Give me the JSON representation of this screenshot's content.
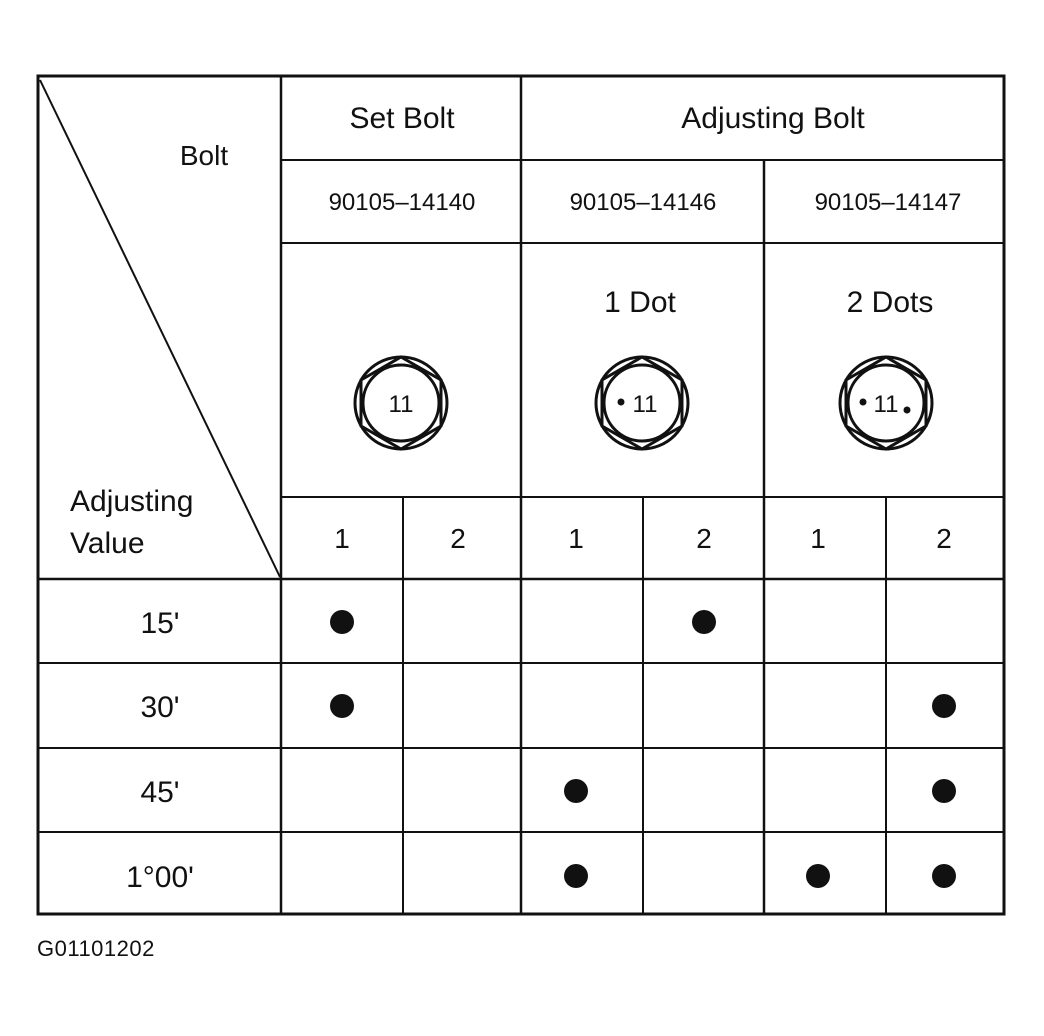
{
  "header": {
    "corner_top": "Bolt",
    "corner_bottom_line1": "Adjusting",
    "corner_bottom_line2": "Value"
  },
  "groups": [
    {
      "label": "Set Bolt"
    },
    {
      "label": "Adjusting Bolt"
    }
  ],
  "bolts": [
    {
      "part_number": "90105–14140",
      "marking": "",
      "head_label": "11",
      "dots": 0
    },
    {
      "part_number": "90105–14146",
      "marking": "1 Dot",
      "head_label": "11",
      "dots": 1
    },
    {
      "part_number": "90105–14147",
      "marking": "2 Dots",
      "head_label": "11",
      "dots": 2
    }
  ],
  "sub_columns": [
    "1",
    "2",
    "1",
    "2",
    "1",
    "2"
  ],
  "rows": [
    {
      "value": "15'",
      "marks": [
        true,
        false,
        false,
        true,
        false,
        false
      ]
    },
    {
      "value": "30'",
      "marks": [
        true,
        false,
        false,
        false,
        false,
        true
      ]
    },
    {
      "value": "45'",
      "marks": [
        false,
        false,
        true,
        false,
        false,
        true
      ]
    },
    {
      "value": "1°00'",
      "marks": [
        false,
        false,
        true,
        false,
        true,
        true
      ]
    }
  ],
  "figure_code": "G01101202"
}
